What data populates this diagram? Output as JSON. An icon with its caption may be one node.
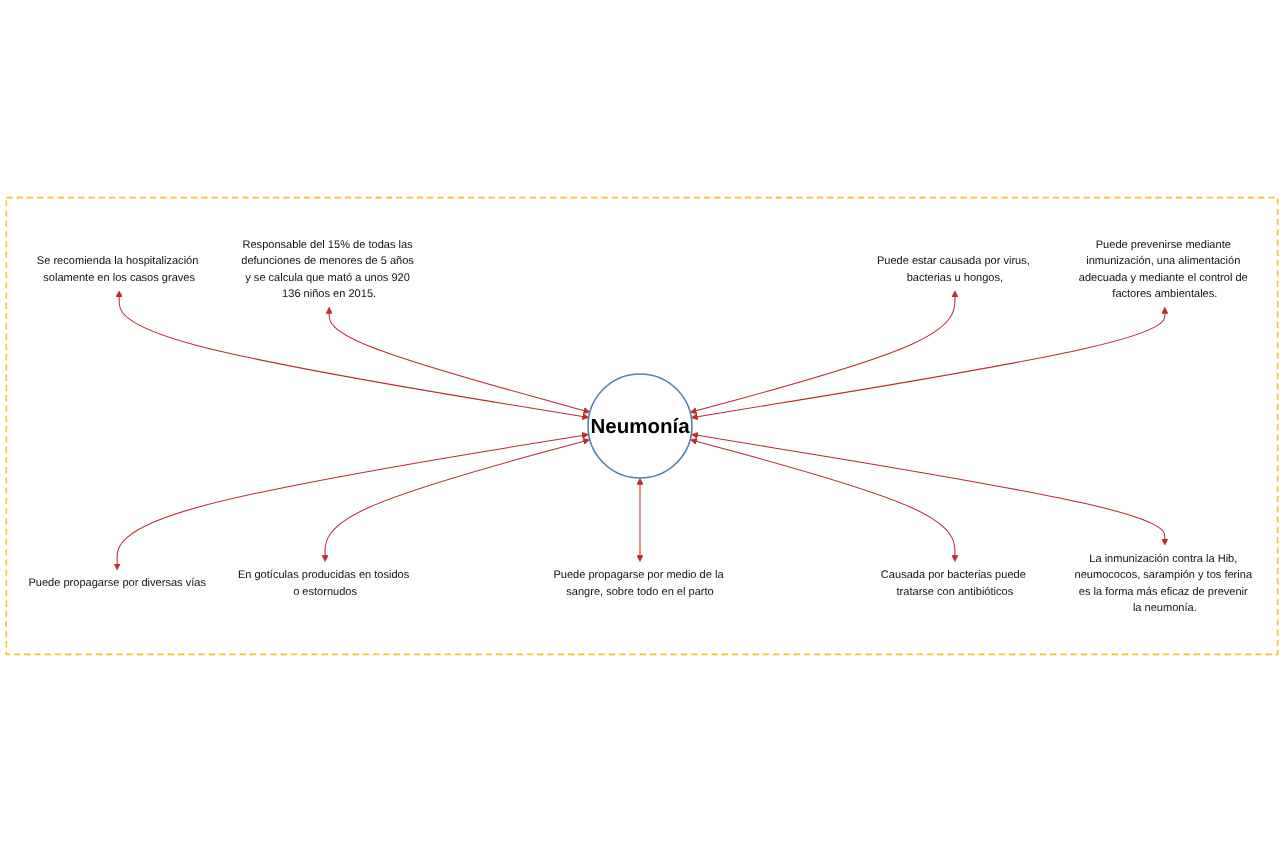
{
  "diagram": {
    "nodes": [
      {
        "text": [],
        "shape": "hexagon"
      },
      {
        "text": [
          "Se recomienda la hospitalización solamente en los casos graves"
        ],
        "in": 0
      },
      {
        "text": [
          "Responsable del 15% de todas las defunciones de menores de 5 años y se calcula que mató a unos 920 136 niños en 2015."
        ],
        "in": 0
      },
      {
        "text": [
          "Puede propagarse por diversas vías"
        ],
        "in": 0
      },
      {
        "text": [
          "En gotículas producidas en tosidos o estornudos"
        ],
        "in": 0
      },
      {
        "text": [
          "Neumonía"
        ],
        "in": 0
      },
      {
        "text": [
          "Puede estar causada por virus, bacterias u hongos,"
        ],
        "in": 0
      },
      {
        "text": [
          "Puede propagarse por medio de la sangre, sobre todo en el parto"
        ],
        "in": 0
      },
      {
        "text": [
          "Puede prevenirse mediante inmunización, una alimentación adecuada y mediante el control de factores ambientales."
        ],
        "in": 0
      },
      {
        "text": [
          "Causada por bacterias puede tratarse con antibióticos"
        ],
        "in": 0
      },
      {
        "text": [
          "La inmunización contra la Hib, neumococos, sarampión y tos ferina es la forma más eficaz de prevenir la neumonía."
        ],
        "in": 0
      }
    ],
    "edges": [
      {
        "from": 1,
        "to": 5,
        "arrow": "both"
      },
      {
        "from": 2,
        "to": 5,
        "arrow": "both"
      },
      {
        "from": 5,
        "to": 3,
        "arrow": "both"
      },
      {
        "from": 5,
        "to": 4,
        "arrow": "both"
      },
      {
        "from": 6,
        "to": 5,
        "arrow": "both"
      },
      {
        "from": 5,
        "to": 7,
        "arrow": "both"
      },
      {
        "from": 8,
        "to": 5,
        "arrow": "both"
      },
      {
        "from": 5,
        "to": 9,
        "arrow": "both"
      },
      {
        "from": 5,
        "to": 10,
        "arrow": "both"
      }
    ]
  }
}
